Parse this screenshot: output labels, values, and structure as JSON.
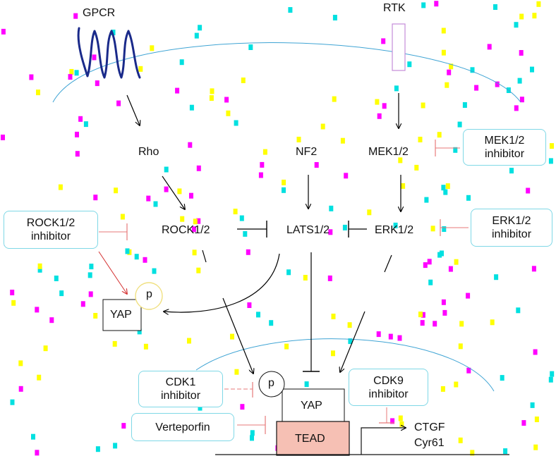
{
  "labels": {
    "gpcr": "GPCR",
    "rtk": "RTK",
    "rho": "Rho",
    "nf2": "NF2",
    "mek12": "MEK1/2",
    "rock12": "ROCK1/2",
    "lats12": "LATS1/2",
    "erk12": "ERK1/2",
    "yap_cyto": "YAP",
    "p_cyto": "p",
    "p_nuc": "p",
    "yap_nuc": "YAP",
    "tead": "TEAD",
    "ctgf": "CTGF",
    "cyr61": "Cyr61"
  },
  "inhibitors": {
    "mek": [
      "MEK1/2",
      "inhibitor"
    ],
    "erk": [
      "ERK1/2",
      "inhibitor"
    ],
    "rock": [
      "ROCK1/2",
      "inhibitor"
    ],
    "cdk1": [
      "CDK1",
      "inhibitor"
    ],
    "cdk9": [
      "CDK9",
      "inhibitor"
    ],
    "verteporfin": "Verteporfin"
  },
  "colors": {
    "membrane": "#3fa4d4",
    "inhibitor_border": "#7fd8e6",
    "inhibition": "#e77a7a",
    "rock_arrow": "#d43030",
    "rtk": "#c48cd8",
    "gpcr": "#1a2a8a",
    "tead_fill": "#f6c0b4",
    "p_cyto_border": "#f0e080",
    "confetti": [
      "#ff00ff",
      "#00e0e0",
      "#ffff00"
    ]
  }
}
